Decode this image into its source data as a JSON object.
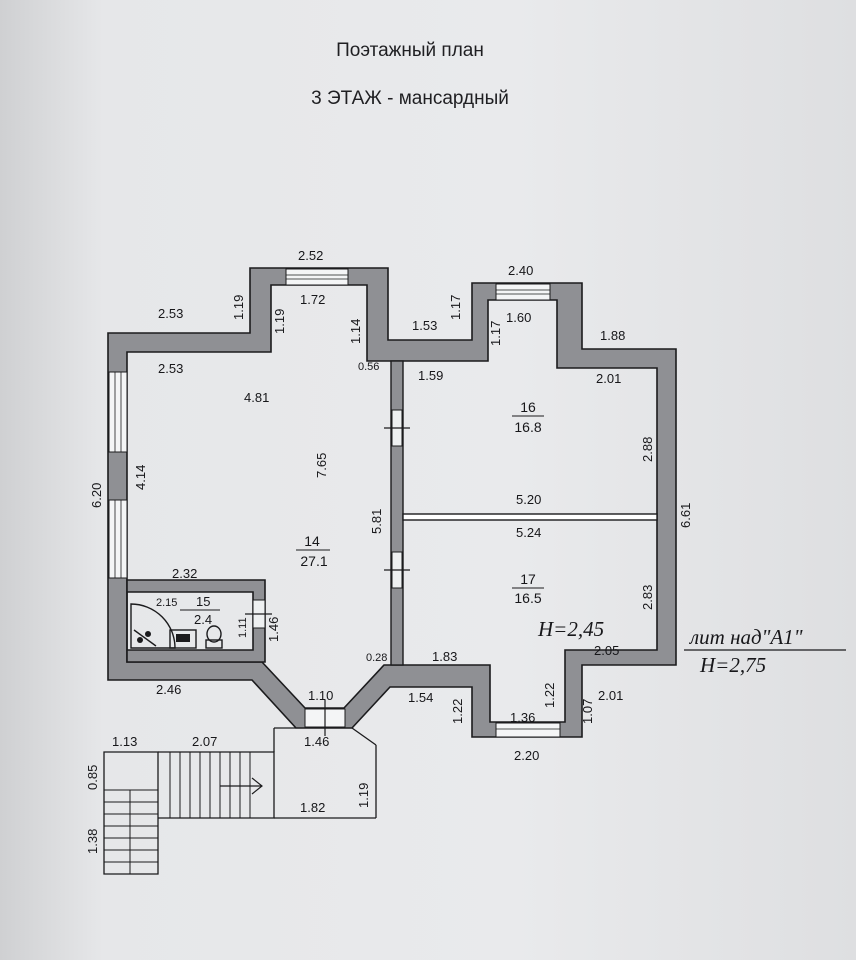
{
  "title": "Поэтажный план",
  "subtitle": "3 ЭТАЖ - мансардный",
  "rooms": [
    {
      "number": "14",
      "area": "27.1"
    },
    {
      "number": "16",
      "area": "16.8"
    },
    {
      "number": "17",
      "area": "16.5"
    },
    {
      "number": "15",
      "area": "2.4"
    }
  ],
  "dimensions": {
    "top_left_window_outer": "2.52",
    "top_left_window_inner": "1.72",
    "left_tower_outer": "1.19",
    "left_tower_inner": "1.19",
    "left_tower_right": "1.14",
    "upper_left_outer": "2.53",
    "upper_left_inner": "2.53",
    "wall_offset_056": "0.56",
    "room14_width": "4.81",
    "room14_depth": "7.65",
    "partition_length": "5.81",
    "left_outer_height": "6.20",
    "left_inner_height": "4.14",
    "bath_width": "2.32",
    "bath_inner": "2.15",
    "bath_height": "1.11",
    "bath_side": "1.46",
    "bottom_left_outer": "2.46",
    "entry_width": "1.10",
    "entry_outer": "1.46",
    "wall_offset_028": "0.28",
    "right_window_outer": "2.40",
    "right_window_inner": "1.60",
    "right_tower_outer": "1.17",
    "right_tower_inner": "1.17",
    "mid_top_outer": "1.53",
    "mid_top_inner": "1.59",
    "top_right_outer": "1.88",
    "top_right_inner": "2.01",
    "room16_height": "2.88",
    "right_outer_height": "6.61",
    "partition_top": "5.20",
    "partition_bottom": "5.24",
    "room17_height": "2.83",
    "room17_bottom_right": "2.05",
    "room17_bottom_left": "1.83",
    "bottom_mid_outer": "1.54",
    "bottom_tower_left": "1.22",
    "bottom_tower_right": "1.22",
    "bottom_window_inner": "1.36",
    "bottom_window_outer": "2.20",
    "bottom_right_outer": "2.01",
    "bottom_right_side": "1.07",
    "stair_top_left": "1.13",
    "stair_top_right": "2.07",
    "stair_left_top": "0.85",
    "stair_left_bottom": "1.38",
    "stair_bottom": "1.82",
    "stair_right": "1.19"
  },
  "height_label": "H=2,45",
  "annotation": {
    "line1": "лит над\"А1\"",
    "line2": "H=2,75"
  },
  "colors": {
    "wall_fill": "#8f9094",
    "line": "#1b1b1d",
    "paper": "#e9eaec"
  }
}
